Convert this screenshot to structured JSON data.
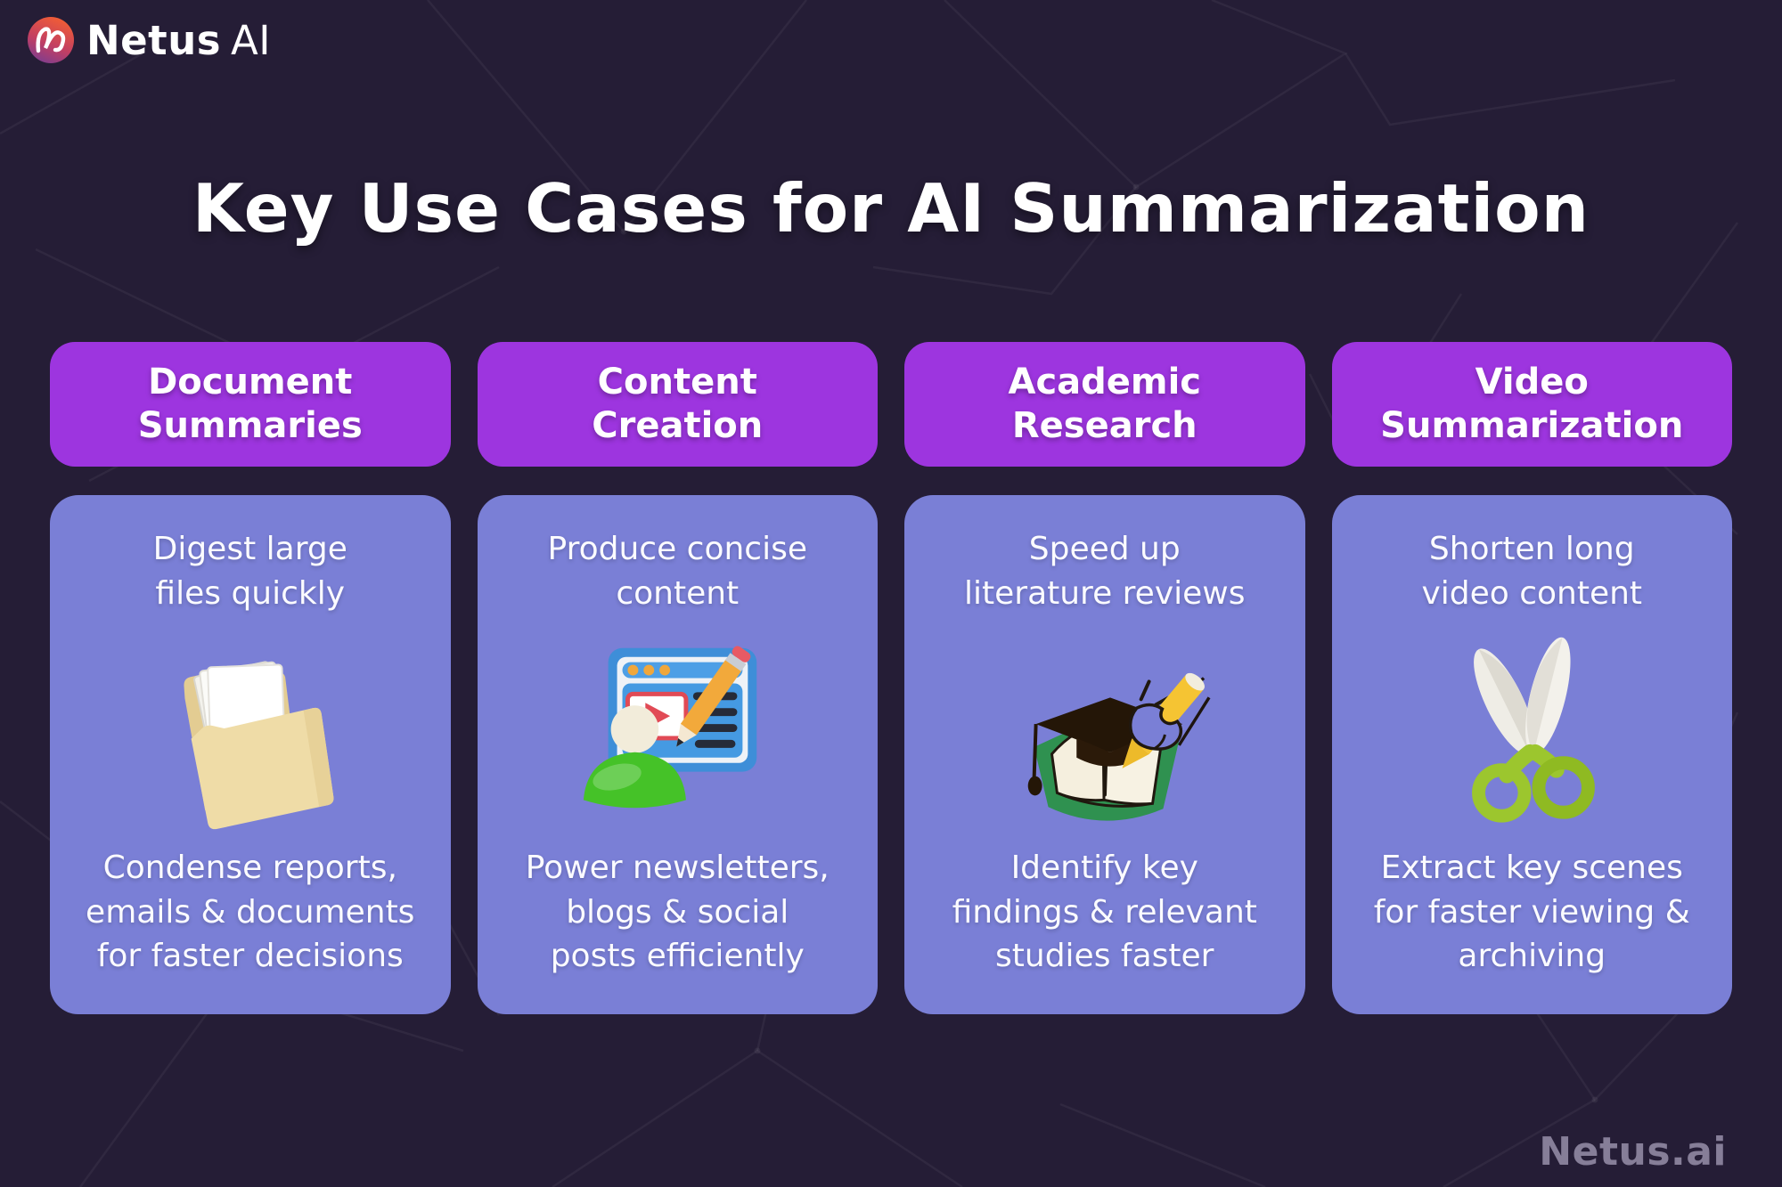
{
  "brand": {
    "logo_icon": "netus-logo-icon",
    "name_primary": "Netus",
    "name_secondary": "AI"
  },
  "title": "Key Use Cases for AI Summarization",
  "watermark": "Netus.ai",
  "colors": {
    "background": "#251d36",
    "header_pill_purple": "#9d35df",
    "card_periwinkle": "#7a7fd6",
    "text_white": "#ffffff",
    "watermark_gray": "#867e98",
    "scissors_green": "#9cc62e",
    "folder_manila": "#efdca7",
    "browser_blue": "#3e8ed8",
    "book_green": "#2f9150",
    "pencil_yellow": "#f5c433"
  },
  "columns": [
    {
      "id": "document-summaries",
      "header": "Document\nSummaries",
      "subtitle": "Digest large\nfiles quickly",
      "icon": "folder-documents-icon",
      "description": "Condense reports,\nemails & documents\nfor faster decisions"
    },
    {
      "id": "content-creation",
      "header": "Content\nCreation",
      "subtitle": "Produce concise\ncontent",
      "icon": "browser-pencil-writer-icon",
      "description": "Power newsletters,\nblogs & social\nposts efficiently"
    },
    {
      "id": "academic-research",
      "header": "Academic\nResearch",
      "subtitle": "Speed up\nliterature reviews",
      "icon": "graduation-book-highlighter-icon",
      "description": "Identify key\nfindings & relevant\nstudies faster"
    },
    {
      "id": "video-summarization",
      "header": "Video\nSummarization",
      "subtitle": "Shorten long\nvideo content",
      "icon": "scissors-icon",
      "description": "Extract key scenes\nfor faster viewing &\narchiving"
    }
  ]
}
